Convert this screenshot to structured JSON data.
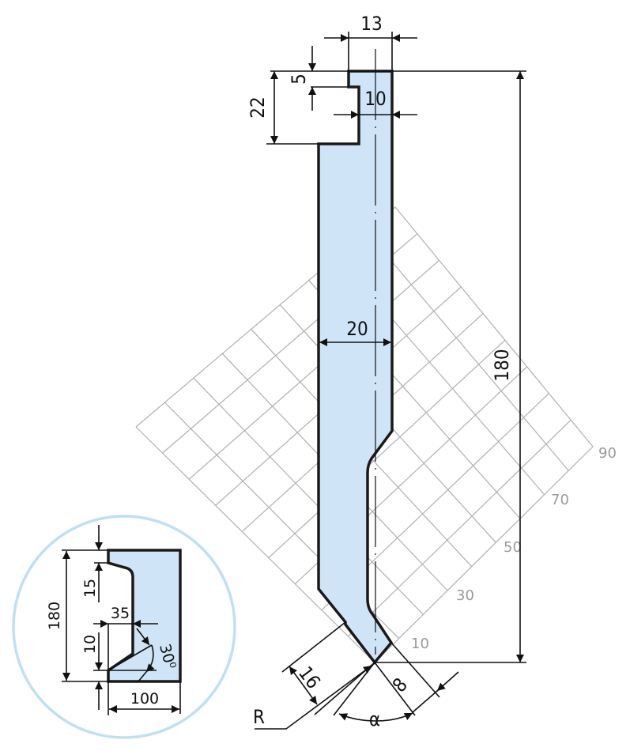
{
  "main_profile": {
    "dimensions": {
      "top_width": "13",
      "step_height": "5",
      "tang_height": "22",
      "tang_width": "10",
      "body_width": "20",
      "total_height": "180",
      "flank_length": "16",
      "tip_width": "8",
      "radius_label": "R",
      "angle_label": "α"
    },
    "grid_scale_labels": [
      "10",
      "30",
      "50",
      "70",
      "90"
    ]
  },
  "inset_profile": {
    "dimensions": {
      "height": "180",
      "top_offset": "15",
      "depth": "35",
      "bottom_offset": "10",
      "angle": "30⁰",
      "width": "100"
    }
  },
  "colors": {
    "profile_fill": "#cfe5f7",
    "inset_circle": "#bfe0f4",
    "grid": "#b0b0b0"
  }
}
